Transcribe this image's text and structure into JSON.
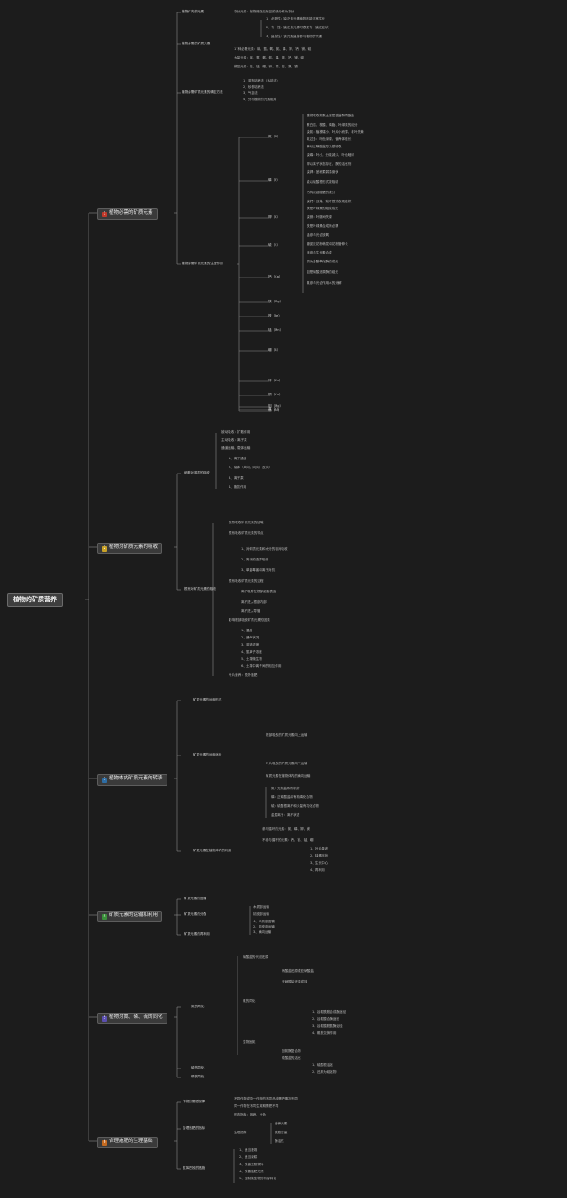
{
  "root": "植物的矿质营养",
  "branches": [
    {
      "num": "1",
      "label": "植物必需的矿质元素",
      "color": "#c0392b"
    },
    {
      "num": "2",
      "label": "植物对矿质元素的吸收",
      "color": "#c9a227"
    },
    {
      "num": "3",
      "label": "植物体内矿质元素的转移",
      "color": "#2e6da4"
    },
    {
      "num": "4",
      "label": "矿质元素的运输和利用",
      "color": "#3a8f3a"
    },
    {
      "num": "5",
      "label": "植物对氮、磷、硫的同化",
      "color": "#5b4fb0"
    },
    {
      "num": "6",
      "label": "合理施肥的生理基础",
      "color": "#c46a20"
    }
  ],
  "b1": {
    "sub": [
      "植物体内的元素",
      "植物必需的矿质元素",
      "植物必需矿质元素的确定方法",
      "植物必需矿质元素的生理作用"
    ],
    "lines": [
      "灰分元素：植物燃烧后残留的部分称为灰分",
      "1、必需性：缺乏该元素植物不能正常生长",
      "2、专一性：缺乏该元素时表现专一缺乏症状",
      "3、直接性：该元素直接参与植物的代谢",
      "17种必需元素：碳、氢、氧、氮、磷、钾、钙、镁、硫",
      "大量元素：碳、氢、氧、氮、磷、钾、钙、镁、硫",
      "微量元素：铁、锰、硼、锌、铜、钼、氯、镍",
      "1、溶液培养法（水培法）",
      "2、砂基培养法",
      "3、气培法",
      "4、分析植物的元素组成"
    ],
    "elements": [
      "氮（N）",
      "磷（P）",
      "钾（K）",
      "硫（S）",
      "钙（Ca）",
      "镁（Mg）",
      "铁（Fe）",
      "锰（Mn）",
      "硼（B）",
      "锌（Zn）",
      "铜（Cu）",
      "钼（Mo）",
      "氯（Cl）",
      "镍（Ni）"
    ],
    "notes": [
      "植物吸收氮素主要是铵盐和硝酸盐",
      "蛋白质、核酸、磷脂、叶绿素的组分",
      "缺氮：植株矮小，叶片小而薄，老叶先黄",
      "氮过多：叶色深绿，营养体徒长",
      "磷以正磷酸盐形式被吸收",
      "缺磷：叶小，分枝减少，叶色暗绿",
      "钾以离子状态存在，酶的活化剂",
      "缺钾：茎秆柔弱易倒伏",
      "硫以硫酸根形式被吸收",
      "钙构成细胞壁的成分",
      "缺钙：顶芽、幼叶首先表现症状",
      "镁是叶绿素的组成成分",
      "缺镁：叶脉间失绿",
      "铁是叶绿素合成所必需",
      "锰参与光合放氧",
      "硼促进花粉萌发和花粉管伸长",
      "锌参与生长素合成",
      "铜为多酚氧化酶的成分",
      "钼是硝酸还原酶的组分",
      "氯参与光合作用水的光解"
    ]
  },
  "b2": {
    "sub": [
      "细胞对溶质的吸收",
      "根系对矿质元素的吸收"
    ],
    "lines": [
      "被动吸收：扩散作用",
      "主动吸收：离子泵",
      "通道运输、载体运输",
      "1、离子通道",
      "2、载体（单向、同向、反向）",
      "3、离子泵",
      "4、胞饮作用",
      "根系吸收矿质元素的区域",
      "根系吸收矿质元素的特点",
      "1、对矿质元素和水分的相对吸收",
      "2、离子的选择吸收",
      "3、单盐毒害和离子对抗",
      "根系吸收矿质元素的过程",
      "离子吸附在根部细胞表面",
      "离子进入根部内部",
      "离子进入导管",
      "影响根部吸收矿质元素的因素",
      "1、温度",
      "2、通气状况",
      "3、溶液浓度",
      "4、氢离子浓度",
      "5、土壤微生物",
      "6、土壤中离子间的相互作用",
      "叶片营养：根外施肥"
    ]
  },
  "b3": {
    "sub": [
      "矿质元素的运输形式",
      "矿质元素的运输途径",
      "矿质元素在植物体内的利用"
    ],
    "lines": [
      "氮：无机盐和有机物",
      "磷：正磷酸盐和有机磷化合物",
      "硫：硫酸根离子和少量有机化合物",
      "金属离子：离子状态",
      "根部吸收的矿质元素向上运输",
      "叶片吸收的矿质元素向下运输",
      "矿质元素在植物体内的横向运输",
      "参与循环的元素：氮、磷、钾、镁",
      "不参与循环的元素：钙、铁、锰、硼",
      "1、叶片衰老",
      "2、缺素症状",
      "3、生长中心",
      "4、再利用"
    ]
  },
  "b4": {
    "sub": [
      "矿质元素的运输",
      "矿质元素的分配",
      "矿质元素的再利用"
    ],
    "lines": [
      "木质部运输",
      "韧皮部运输",
      "1、木质部运输",
      "2、韧皮部运输",
      "3、横向运输"
    ]
  },
  "b5": {
    "sub": [
      "氮的同化",
      "硫的同化",
      "磷的同化"
    ],
    "lines": [
      "硝酸盐的代谢还原",
      "硝酸盐还原成亚硝酸盐",
      "亚硝酸盐还原成铵",
      "氨的同化",
      "1、谷氨酰胺合成酶途径",
      "2、谷氨酸合酶途径",
      "3、谷氨酸脱氢酶途径",
      "4、氨基交换作用",
      "生物固氮",
      "固氮酶复合物",
      "硫酸盐的活化",
      "1、硫酸根活化",
      "2、还原为硫化物"
    ]
  },
  "b6": {
    "sub": [
      "作物的需肥规律",
      "合理追肥的指标",
      "发挥肥效的措施"
    ],
    "lines": [
      "不同作物或同一作物的不同品种需肥情况不同",
      "同一作物在不同生育期需肥不同",
      "形态指标：相貌、叶色",
      "生理指标",
      "营养元素",
      "酰胺含量",
      "酶活性",
      "1、适当灌溉",
      "2、适当深耕",
      "3、改善光照条件",
      "4、改善施肥方式",
      "5、控制微生物的有害转化"
    ]
  }
}
